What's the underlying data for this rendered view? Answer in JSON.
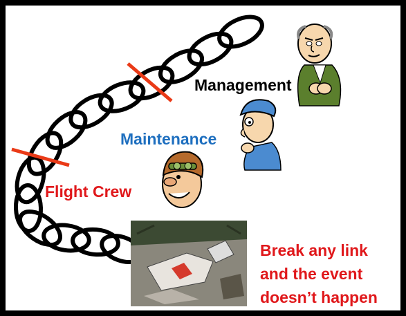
{
  "labels": {
    "management": "Management",
    "maintenance": "Maintenance",
    "flight_crew": "Flight Crew"
  },
  "conclusion": {
    "line1": "Break any link",
    "line2": "and the event",
    "line3": "doesn’t happen"
  },
  "colors": {
    "management": "#000000",
    "maintenance": "#1e6fbf",
    "flight_crew": "#e0181b",
    "conclusion": "#e0181b",
    "break_marks": "#ea3a17",
    "chain": "#000000",
    "border": "#000000",
    "background": "#ffffff"
  },
  "icons": [
    "chain-icon",
    "break-mark-icon",
    "manager-cartoon-icon",
    "mechanic-cartoon-icon",
    "pilot-cartoon-icon",
    "crash-wreckage-photo"
  ]
}
